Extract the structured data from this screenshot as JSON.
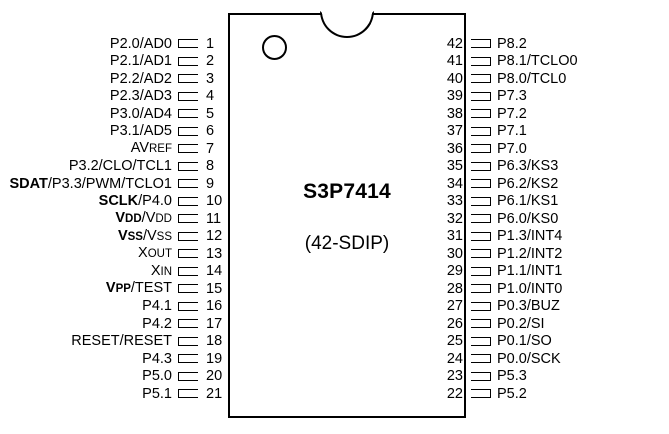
{
  "chip": {
    "part_number": "S3P7414",
    "package": "(42-SDIP)",
    "total_pins": 42,
    "pin1_indicator": "circle-dot",
    "top_notch": "semicircle"
  },
  "left_column": {
    "pins": [
      {
        "number": "1",
        "label": "P2.0/AD0"
      },
      {
        "number": "2",
        "label": "P2.1/AD1"
      },
      {
        "number": "3",
        "label": "P2.2/AD2"
      },
      {
        "number": "4",
        "label": "P2.3/AD3"
      },
      {
        "number": "5",
        "label": "P3.0/AD4"
      },
      {
        "number": "6",
        "label": "P3.1/AD5"
      },
      {
        "number": "7",
        "label": "AVREF"
      },
      {
        "number": "8",
        "label": "P3.2/CLO/TCL1"
      },
      {
        "number": "9",
        "label": "SDAT/P3.3/PWM/TCLO1"
      },
      {
        "number": "10",
        "label": "SCLK/P4.0"
      },
      {
        "number": "11",
        "label": "VDD/VDD"
      },
      {
        "number": "12",
        "label": "VSS/VSS"
      },
      {
        "number": "13",
        "label": "XOUT"
      },
      {
        "number": "14",
        "label": "XIN"
      },
      {
        "number": "15",
        "label": "VPP/TEST"
      },
      {
        "number": "16",
        "label": "P4.1"
      },
      {
        "number": "17",
        "label": "P4.2"
      },
      {
        "number": "18",
        "label": "RESET/RESET"
      },
      {
        "number": "19",
        "label": "P4.3"
      },
      {
        "number": "20",
        "label": "P5.0"
      },
      {
        "number": "21",
        "label": "P5.1"
      }
    ]
  },
  "right_column": {
    "pins": [
      {
        "number": "42",
        "label": "P8.2"
      },
      {
        "number": "41",
        "label": "P8.1/TCLO0"
      },
      {
        "number": "40",
        "label": "P8.0/TCL0"
      },
      {
        "number": "39",
        "label": "P7.3"
      },
      {
        "number": "38",
        "label": "P7.2"
      },
      {
        "number": "37",
        "label": "P7.1"
      },
      {
        "number": "36",
        "label": "P7.0"
      },
      {
        "number": "35",
        "label": "P6.3/KS3"
      },
      {
        "number": "34",
        "label": "P6.2/KS2"
      },
      {
        "number": "33",
        "label": "P6.1/KS1"
      },
      {
        "number": "32",
        "label": "P6.0/KS0"
      },
      {
        "number": "31",
        "label": "P1.3/INT4"
      },
      {
        "number": "30",
        "label": "P1.2/INT2"
      },
      {
        "number": "29",
        "label": "P1.1/INT1"
      },
      {
        "number": "28",
        "label": "P1.0/INT0"
      },
      {
        "number": "27",
        "label": "P0.3/BUZ"
      },
      {
        "number": "26",
        "label": "P0.2/SI"
      },
      {
        "number": "25",
        "label": "P0.1/SO"
      },
      {
        "number": "24",
        "label": "P0.0/SCK"
      },
      {
        "number": "23",
        "label": "P5.3"
      },
      {
        "number": "22",
        "label": "P5.2"
      }
    ]
  },
  "colors": {
    "outline": "#000000",
    "background": "#ffffff",
    "text": "#000000"
  }
}
